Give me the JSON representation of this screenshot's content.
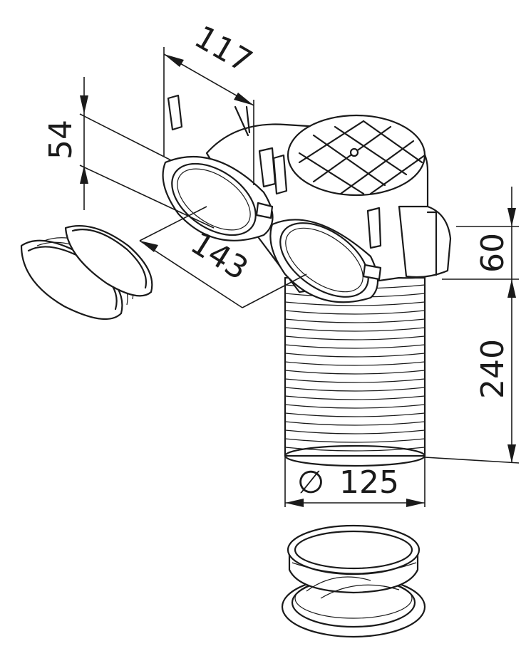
{
  "dimensions": {
    "top_width": "117",
    "outlet_height": "54",
    "outlet_width": "143",
    "collar_height": "60",
    "hose_length": "240",
    "diameter_symbol": "∅",
    "diameter_value": "125"
  },
  "colors": {
    "line": "#1a1a1a",
    "background": "#ffffff"
  }
}
